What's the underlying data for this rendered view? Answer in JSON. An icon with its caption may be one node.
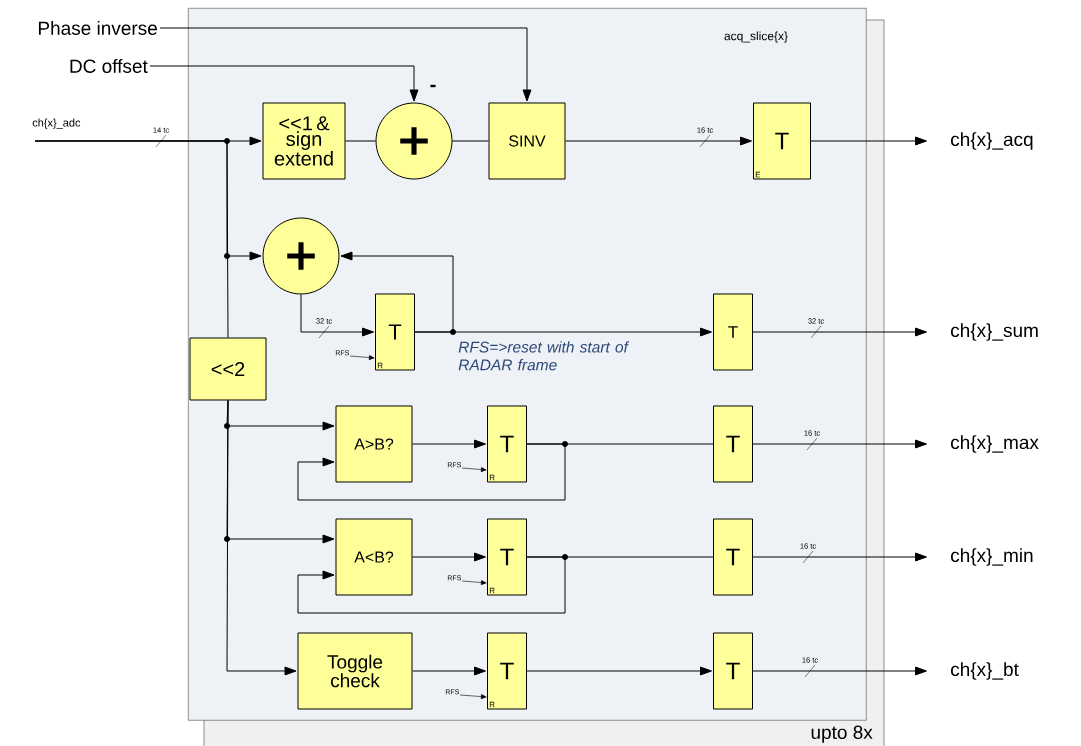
{
  "diagram": {
    "nodes": [
      {
        "text": [
          "acq_slice{x}"
        ]
      },
      {
        "text": [
          "Phase inverse"
        ]
      },
      {
        "text": [
          "DC offset"
        ]
      },
      {
        "text": [
          "ch{x}_adc"
        ]
      },
      {
        "text": [
          "<<1 & sign extend"
        ],
        "in": 0
      },
      {
        "text": [
          "+"
        ],
        "in": 0
      },
      {
        "text": [
          "SINV"
        ],
        "in": 0
      },
      {
        "text": [
          "T",
          "E"
        ],
        "in": 0
      },
      {
        "text": [
          "+"
        ],
        "in": 0
      },
      {
        "text": [
          "T",
          "R"
        ],
        "in": 0
      },
      {
        "text": [
          "T"
        ],
        "in": 0
      },
      {
        "text": [
          "<<2"
        ],
        "in": 0
      },
      {
        "text": [
          "A>B?"
        ],
        "in": 0
      },
      {
        "text": [
          "T",
          "R"
        ],
        "in": 0
      },
      {
        "text": [
          "T"
        ],
        "in": 0
      },
      {
        "text": [
          "A<B?"
        ],
        "in": 0
      },
      {
        "text": [
          "T",
          "R"
        ],
        "in": 0
      },
      {
        "text": [
          "T"
        ],
        "in": 0
      },
      {
        "text": [
          "Toggle check"
        ],
        "in": 0
      },
      {
        "text": [
          "T",
          "R"
        ],
        "in": 0
      },
      {
        "text": [
          "T"
        ],
        "in": 0
      },
      {
        "text": [
          "RFS"
        ],
        "in": 0
      },
      {
        "text": [
          "RFS"
        ],
        "in": 0
      },
      {
        "text": [
          "RFS"
        ],
        "in": 0
      },
      {
        "text": [
          "RFS"
        ],
        "in": 0
      },
      {
        "text": [
          "ch{x}_acq"
        ]
      },
      {
        "text": [
          "ch{x}_sum"
        ]
      },
      {
        "text": [
          "ch{x}_max"
        ]
      },
      {
        "text": [
          "ch{x}_min"
        ]
      },
      {
        "text": [
          "ch{x}_bt"
        ]
      }
    ],
    "edges": [
      {
        "from": 1,
        "to": 6,
        "arrow": "to"
      },
      {
        "from": 2,
        "to": 5,
        "arrow": "to",
        "label": "-"
      },
      {
        "from": 3,
        "to": 4,
        "arrow": "to",
        "label": "14 tc"
      },
      {
        "from": 3,
        "to": 8,
        "arrow": "to"
      },
      {
        "from": 3,
        "to": 11,
        "arrow": "none"
      },
      {
        "from": 4,
        "to": 5,
        "arrow": "none"
      },
      {
        "from": 5,
        "to": 6,
        "arrow": "none"
      },
      {
        "from": 6,
        "to": 7,
        "arrow": "to",
        "label": "16 tc"
      },
      {
        "from": 7,
        "to": 25,
        "arrow": "to"
      },
      {
        "from": 8,
        "to": 9,
        "arrow": "to",
        "label": "32 tc"
      },
      {
        "from": 9,
        "to": 8,
        "arrow": "to"
      },
      {
        "from": 9,
        "to": 10,
        "arrow": "to"
      },
      {
        "from": 10,
        "to": 26,
        "arrow": "to",
        "label": "32 tc"
      },
      {
        "from": 21,
        "to": 9,
        "arrow": "to"
      },
      {
        "from": 11,
        "to": 12,
        "arrow": "to"
      },
      {
        "from": 11,
        "to": 15,
        "arrow": "to"
      },
      {
        "from": 11,
        "to": 18,
        "arrow": "to"
      },
      {
        "from": 12,
        "to": 13,
        "arrow": "to"
      },
      {
        "from": 13,
        "to": 12,
        "arrow": "to"
      },
      {
        "from": 13,
        "to": 14,
        "arrow": "none"
      },
      {
        "from": 14,
        "to": 27,
        "arrow": "to",
        "label": "16 tc"
      },
      {
        "from": 22,
        "to": 13,
        "arrow": "to"
      },
      {
        "from": 15,
        "to": 16,
        "arrow": "to"
      },
      {
        "from": 16,
        "to": 15,
        "arrow": "to"
      },
      {
        "from": 16,
        "to": 17,
        "arrow": "none"
      },
      {
        "from": 17,
        "to": 28,
        "arrow": "to",
        "label": "16 tc"
      },
      {
        "from": 23,
        "to": 16,
        "arrow": "to"
      },
      {
        "from": 18,
        "to": 19,
        "arrow": "to"
      },
      {
        "from": 19,
        "to": 20,
        "arrow": "to"
      },
      {
        "from": 20,
        "to": 29,
        "arrow": "to",
        "label": "16 tc"
      },
      {
        "from": 24,
        "to": 19,
        "arrow": "to"
      }
    ],
    "labels": [
      "RFS=>reset with start of RADAR frame",
      "upto 8x"
    ]
  }
}
